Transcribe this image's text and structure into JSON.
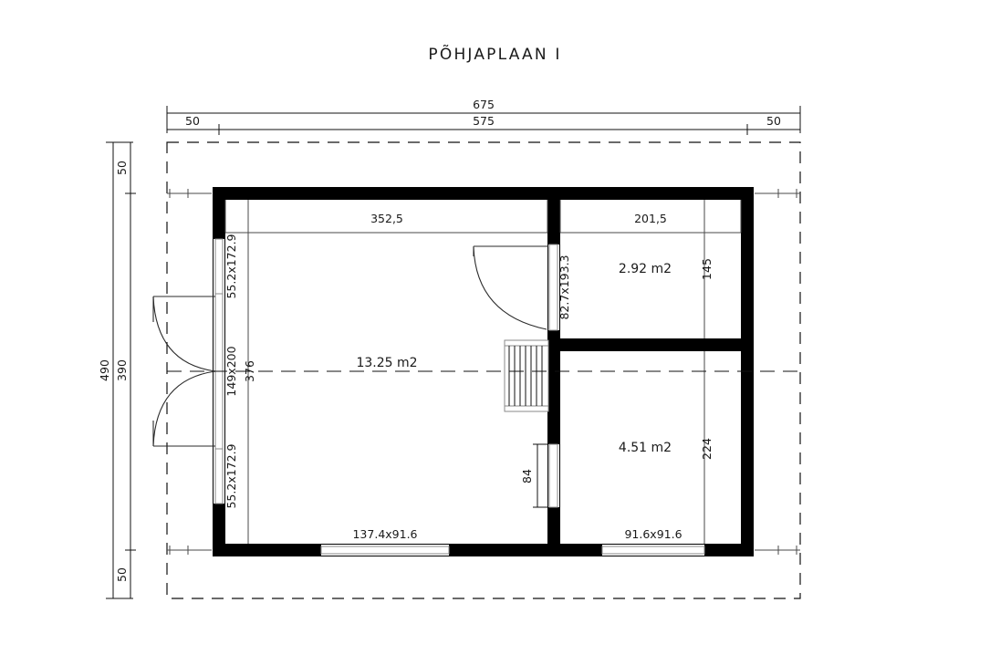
{
  "drawing": {
    "title": "PÕHJAPLAAN I",
    "units_note": "",
    "line_color": "#111111",
    "wall_color": "#000000",
    "background": "#ffffff"
  },
  "dimensions": {
    "top_overall": "675",
    "top_left_offset": "50",
    "top_inner": "575",
    "top_right_offset": "50",
    "left_overall": "490",
    "left_top_offset": "50",
    "left_inner": "390",
    "left_bottom_offset": "50",
    "interior_main_width": "352,5",
    "interior_right_width": "201,5",
    "interior_main_height": "376",
    "upper_right_height": "145",
    "lower_right_height": "224",
    "opening_height": "84"
  },
  "openings": {
    "left_window_top": "55.2x172.9",
    "left_door": "149x200",
    "left_window_bottom": "55.2x172.9",
    "interior_door": "82.7x193.3",
    "bottom_window_left": "137.4x91.6",
    "bottom_window_right": "91.6x91.6"
  },
  "rooms": [
    {
      "name": "main-room",
      "area": "13.25 m2"
    },
    {
      "name": "upper-right-room",
      "area": "2.92 m2"
    },
    {
      "name": "lower-right-room",
      "area": "4.51 m2"
    }
  ]
}
